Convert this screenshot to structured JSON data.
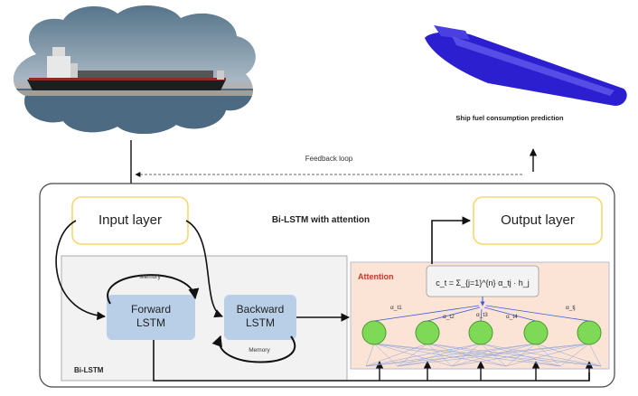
{
  "photo": {
    "name": "ship photo (tanker at sea)"
  },
  "render": {
    "name": "3D hull model",
    "caption": "Ship fuel consumption prediction"
  },
  "feedback_label": "Feedback loop",
  "main_title": "Bi-LSTM with attention",
  "input_layer": "Input layer",
  "output_layer": "Output layer",
  "forward_lstm": [
    "Forward",
    "LSTM"
  ],
  "backward_lstm": [
    "Backward",
    "LSTM"
  ],
  "memory_top": "Memory",
  "memory_bottom": "Memory",
  "bilstm_label": "Bi-LSTM",
  "attention": {
    "title": "Attention",
    "formula": "c_t = Σ_{j=1}^{n} α_tj · h_j",
    "weights": [
      "α_t1",
      "α_t2",
      "α_t3",
      "α_t4",
      "α_tj"
    ]
  },
  "colors": {
    "input_border": "#f5d76e",
    "lstm_fill": "#b9cfe8",
    "attention_fill": "#fbe3d6",
    "node_fill": "#7ed957",
    "panel_fill": "#f2f2f2",
    "hull": "#2b1fd0"
  }
}
